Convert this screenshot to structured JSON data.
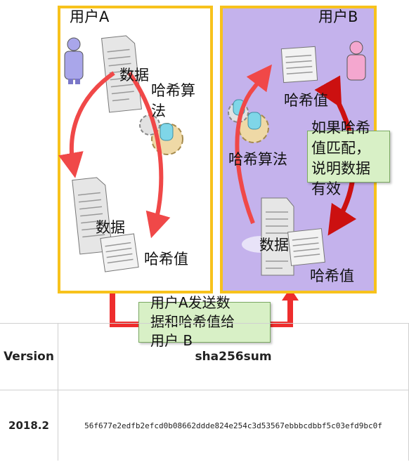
{
  "diagram": {
    "panel_a": {
      "user_label": "用户A",
      "data_top_label": "数据",
      "hash_algo_label": "哈希算\n法",
      "data_bottom_label": "数据",
      "hash_value_label": "哈希值"
    },
    "panel_b": {
      "user_label": "用户B",
      "hash_value_top_label": "哈希值",
      "hash_algo_label": "哈希算法",
      "data_label": "数据",
      "hash_value_bottom_label": "哈希值",
      "match_text": "如果哈希\n值匹配，\n说明数据\n有效"
    },
    "send_text": "用户A发送数\n据和哈希值给\n用户 B",
    "colors": {
      "panel_border": "#f7c21c",
      "panel_b_fill": "#c4b2ec",
      "arrow_red": "#f04848",
      "connector_red": "#ee2d2d",
      "callout_fill": "#d8f0c6",
      "user_a": "#a9a6ea",
      "user_b": "#f4a7cf",
      "gear": "#efd9a6",
      "cylinder": "#7fd6e8"
    }
  },
  "table": {
    "headers": [
      "Version",
      "sha256sum"
    ],
    "rows": [
      [
        "2018.2",
        "56f677e2edfb2efcd0b08662ddde824e254c3d53567ebbbcdbbf5c03efd9bc0f"
      ]
    ]
  }
}
